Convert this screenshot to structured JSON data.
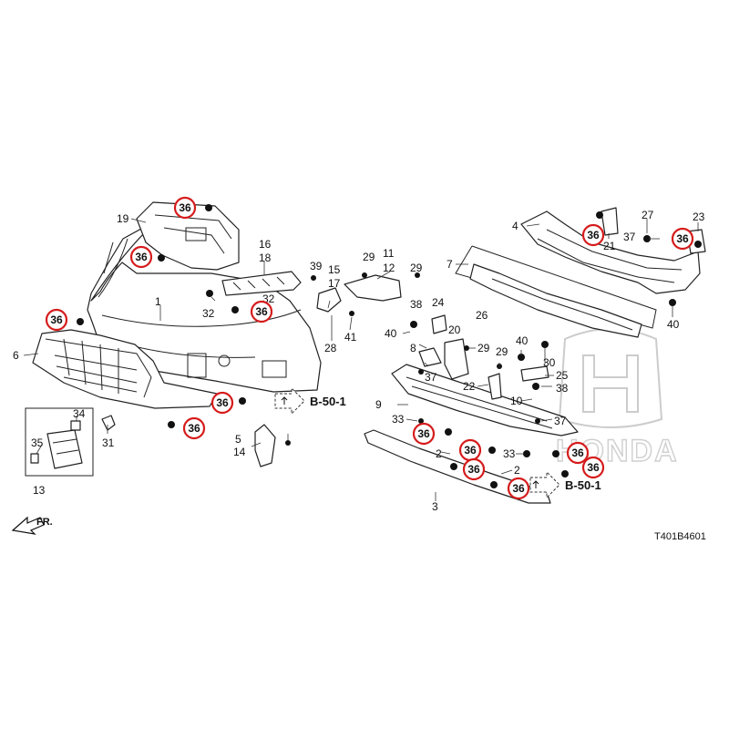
{
  "diagram": {
    "code": "T401B4601",
    "front_indicator": "FR.",
    "refs": [
      "B-50-1",
      "B-50-1"
    ],
    "callout_value": "36",
    "callout_color": "#d61b1b",
    "watermark": "HONDA",
    "part_numbers": [
      "1",
      "2",
      "2",
      "3",
      "4",
      "5",
      "6",
      "7",
      "8",
      "9",
      "10",
      "11",
      "12",
      "13",
      "14",
      "15",
      "16",
      "17",
      "18",
      "19",
      "20",
      "21",
      "22",
      "23",
      "24",
      "25",
      "26",
      "27",
      "28",
      "29",
      "29",
      "29",
      "29",
      "30",
      "31",
      "32",
      "32",
      "33",
      "33",
      "34",
      "35",
      "37",
      "37",
      "37",
      "38",
      "38",
      "39",
      "40",
      "40",
      "40",
      "41"
    ]
  }
}
